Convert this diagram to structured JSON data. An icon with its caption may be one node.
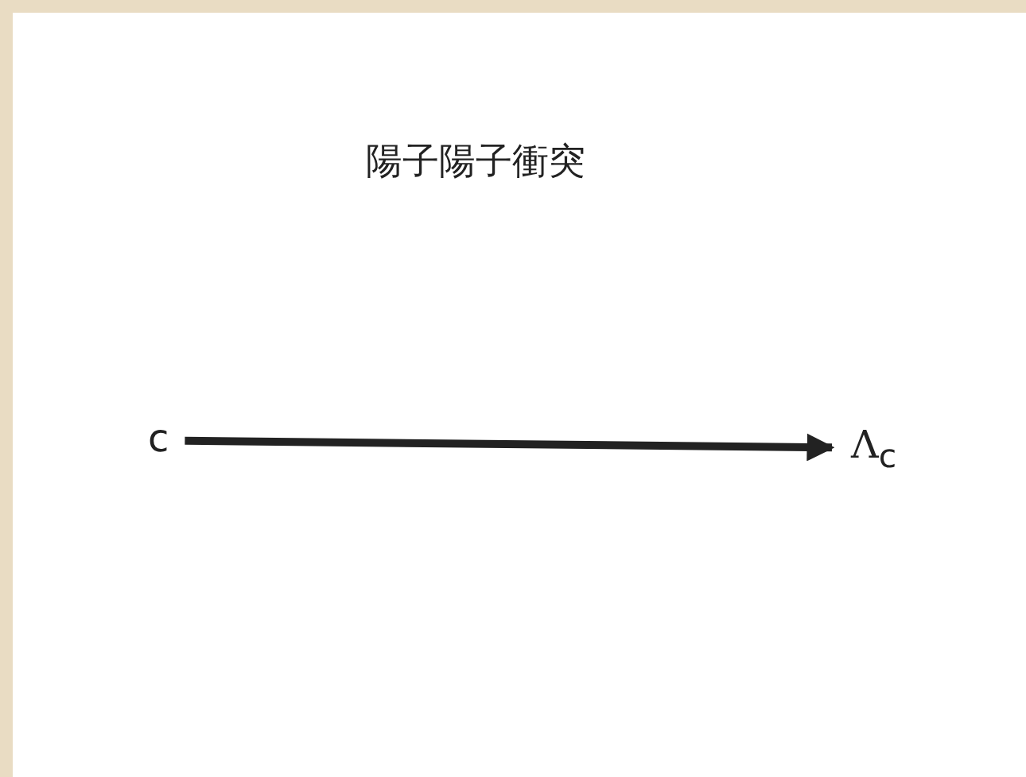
{
  "diagram": {
    "title": "陽子陽子衝突",
    "nodes": [
      {
        "text": [
          "c"
        ]
      },
      {
        "text": [
          "Λ$_{c}$"
        ]
      }
    ],
    "edges": [
      {
        "from": 0,
        "to": 1,
        "arrow": "to"
      }
    ]
  }
}
